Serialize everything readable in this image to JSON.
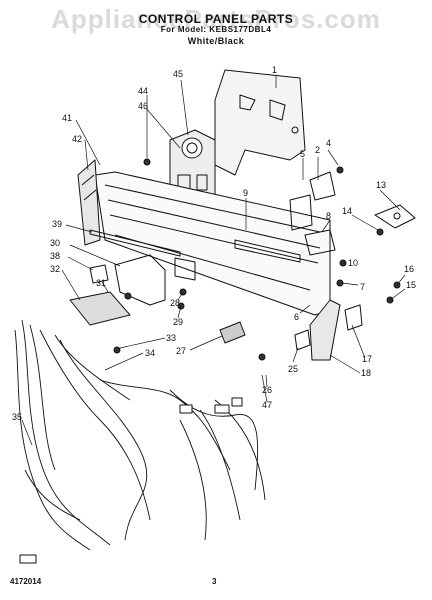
{
  "watermark": "AppliancePartsPros.com",
  "header": {
    "title": "CONTROL PANEL PARTS",
    "subtitle": "For Model: KEBS177DBL4",
    "color": "White/Black"
  },
  "callouts": [
    "1",
    "2",
    "4",
    "5",
    "6",
    "7",
    "8",
    "9",
    "10",
    "13",
    "14",
    "16",
    "15",
    "17",
    "18",
    "25",
    "26",
    "47",
    "27",
    "28",
    "29",
    "33",
    "34",
    "35",
    "30",
    "31",
    "32",
    "38",
    "39",
    "41",
    "42",
    "44",
    "45",
    "46"
  ],
  "footer": {
    "code": "4172014",
    "page": "3"
  }
}
